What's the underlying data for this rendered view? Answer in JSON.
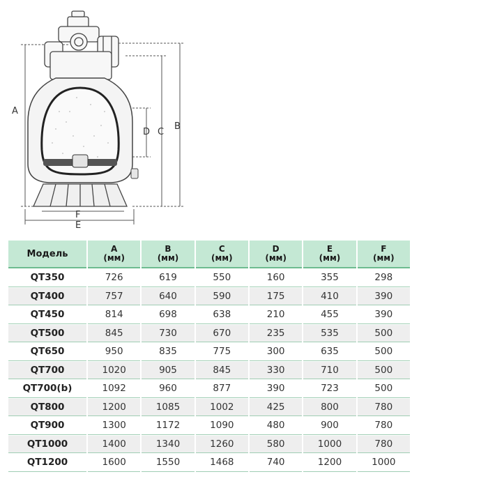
{
  "diagram": {
    "labels": {
      "a": "A",
      "b": "B",
      "c": "C",
      "d": "D",
      "e": "E",
      "f": "F"
    }
  },
  "table": {
    "headers": [
      {
        "line1": "Модель",
        "line2": ""
      },
      {
        "line1": "A",
        "line2": "(мм)"
      },
      {
        "line1": "B",
        "line2": "(мм)"
      },
      {
        "line1": "C",
        "line2": "(мм)"
      },
      {
        "line1": "D",
        "line2": "(мм)"
      },
      {
        "line1": "E",
        "line2": "(мм)"
      },
      {
        "line1": "F",
        "line2": "(мм)"
      }
    ],
    "rows": [
      [
        "QT350",
        "726",
        "619",
        "550",
        "160",
        "355",
        "298"
      ],
      [
        "QT400",
        "757",
        "640",
        "590",
        "175",
        "410",
        "390"
      ],
      [
        "QT450",
        "814",
        "698",
        "638",
        "210",
        "455",
        "390"
      ],
      [
        "QT500",
        "845",
        "730",
        "670",
        "235",
        "535",
        "500"
      ],
      [
        "QT650",
        "950",
        "835",
        "775",
        "300",
        "635",
        "500"
      ],
      [
        "QT700",
        "1020",
        "905",
        "845",
        "330",
        "710",
        "500"
      ],
      [
        "QT700(b)",
        "1092",
        "960",
        "877",
        "390",
        "723",
        "500"
      ],
      [
        "QT800",
        "1200",
        "1085",
        "1002",
        "425",
        "800",
        "780"
      ],
      [
        "QT900",
        "1300",
        "1172",
        "1090",
        "480",
        "900",
        "780"
      ],
      [
        "QT1000",
        "1400",
        "1340",
        "1260",
        "580",
        "1000",
        "780"
      ],
      [
        "QT1200",
        "1600",
        "1550",
        "1468",
        "740",
        "1200",
        "1000"
      ]
    ]
  },
  "colors": {
    "header_bg": "#c4e8d4",
    "row_alt_bg": "#eeeeee",
    "rule": "#6dbb8f"
  }
}
